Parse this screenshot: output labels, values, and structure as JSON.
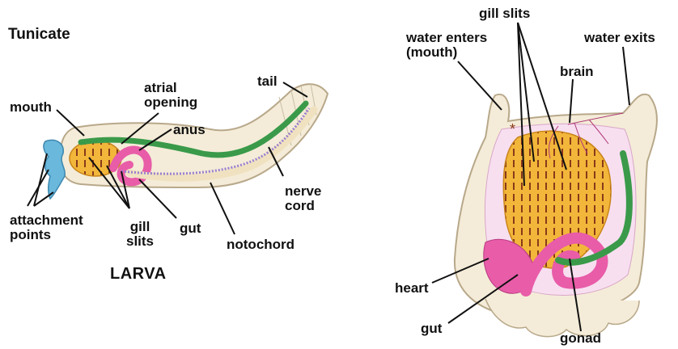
{
  "larva": {
    "title": "Tunicate",
    "stage_label": "LARVA",
    "labels": {
      "tail": "tail",
      "atrial_opening": "atrial\nopening",
      "mouth": "mouth",
      "anus": "anus",
      "attachment_points": "attachment\npoints",
      "gill_slits": "gill\nslits",
      "gut": "gut",
      "nerve_cord": "nerve\ncord",
      "notochord": "notochord"
    }
  },
  "adult": {
    "labels": {
      "gill_slits": "gill slits",
      "water_enters": "water enters\n(mouth)",
      "water_exits": "water exits",
      "brain": "brain",
      "heart": "heart",
      "gut": "gut",
      "gonad": "gonad"
    }
  },
  "colors": {
    "tunic": "#f4ecd8",
    "pharynx": "#f2b63a",
    "gut_pink": "#e85ca8",
    "green": "#3a9a4a",
    "nerve": "#9a7fd0",
    "attachment": "#6ab8dc"
  }
}
